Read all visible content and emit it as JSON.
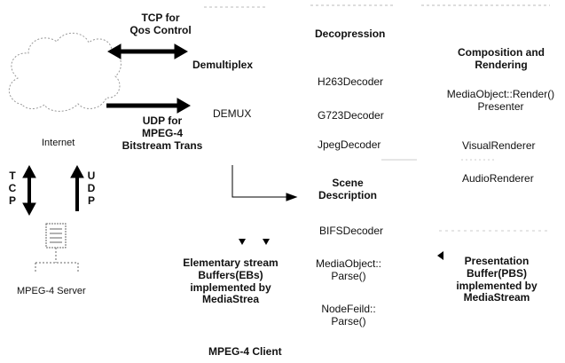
{
  "network": {
    "cloud_label": "Internet",
    "server_label": "MPEG-4 Server",
    "tcp_arrow_label": [
      "TCP  for",
      "Qos Control"
    ],
    "udp_arrow_label": [
      "UDP for",
      "MPEG-4",
      "Bitstream Trans"
    ],
    "tcp_vertical": [
      "T",
      "C",
      "P"
    ],
    "udp_vertical": [
      "U",
      "D",
      "P"
    ]
  },
  "demux": {
    "heading": "Demultiplex",
    "label": "DEMUX"
  },
  "decompression": {
    "heading": "Decopression",
    "decoders": [
      "H263Decoder",
      "G723Decoder",
      "JpegDecoder"
    ]
  },
  "scene": {
    "heading": [
      "Scene",
      "Description"
    ],
    "decoder": "BIFSDecoder",
    "parse1": [
      "MediaObject::",
      "Parse()"
    ],
    "parse2": [
      "NodeFeild::",
      "Parse()"
    ]
  },
  "composition": {
    "heading": [
      "Composition and",
      "Rendering"
    ],
    "items": [
      [
        "MediaObject::Render()",
        "Presenter"
      ],
      [
        "VisualRenderer"
      ],
      [
        "AudioRenderer"
      ]
    ]
  },
  "buffers": {
    "elementary": [
      "Elementary stream",
      "Buffers(EBs)",
      "implemented by",
      "MediaStrea"
    ],
    "presentation": [
      "Presentation",
      "Buffer(PBS)",
      "implemented by",
      "MediaStream"
    ]
  },
  "footer": "MPEG-4 Client"
}
